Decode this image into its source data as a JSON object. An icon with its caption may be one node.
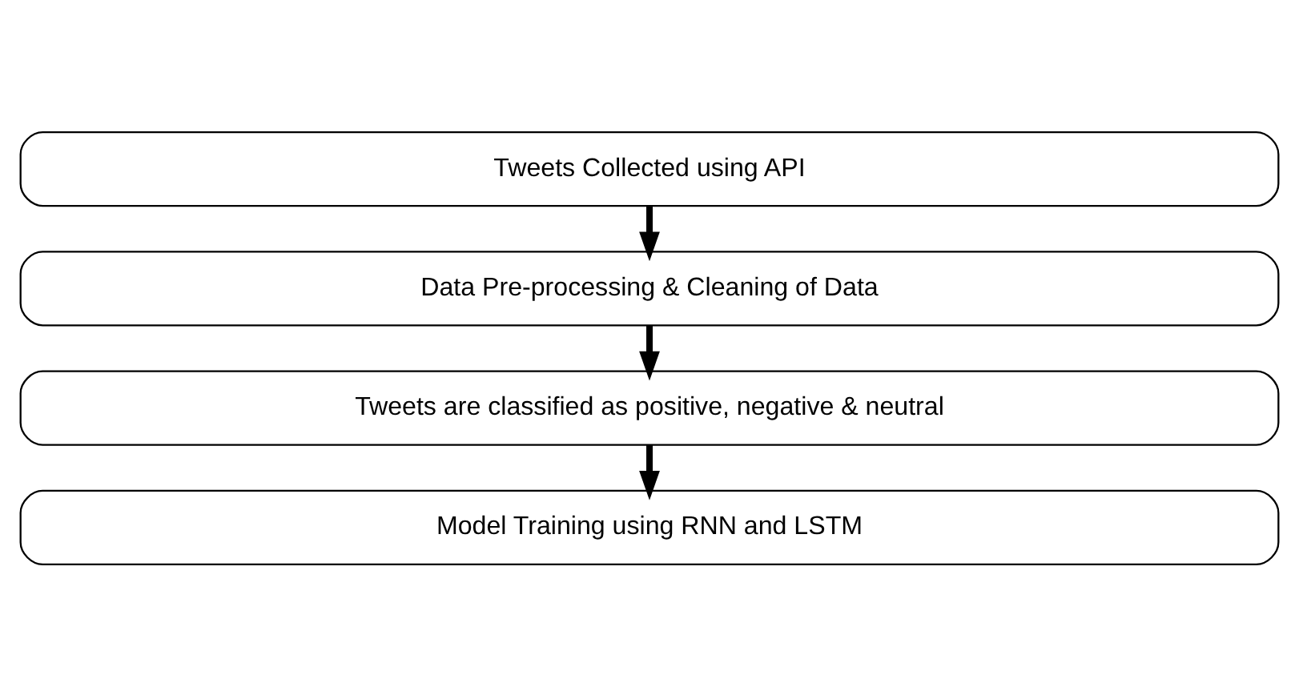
{
  "diagram": {
    "nodes": [
      {
        "text": [
          "Tweets Collected using API"
        ]
      },
      {
        "text": [
          "Data Pre-processing & Cleaning of Data"
        ]
      },
      {
        "text": [
          "Tweets are classified as positive, negative & neutral"
        ]
      },
      {
        "text": [
          "Model Training using RNN and LSTM"
        ]
      }
    ],
    "edges": [
      {
        "from": 0,
        "to": 1,
        "arrow": "to"
      },
      {
        "from": 1,
        "to": 2,
        "arrow": "to"
      },
      {
        "from": 2,
        "to": 3,
        "arrow": "to"
      }
    ]
  }
}
